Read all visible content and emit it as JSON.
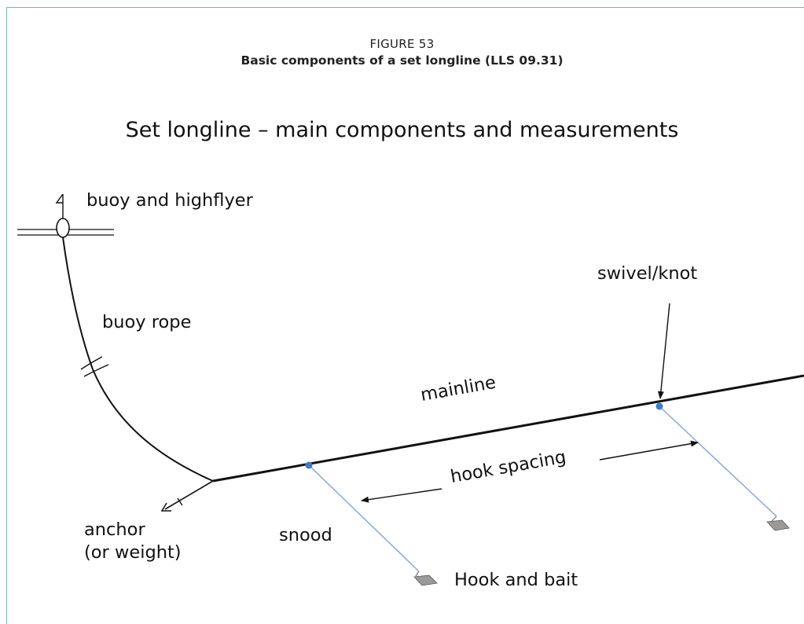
{
  "figure": {
    "number": "FIGURE 53",
    "caption": "Basic components of a set longline (LLS 09.31)"
  },
  "diagram": {
    "title": "Set longline – main components and measurements",
    "labels": {
      "buoy": "buoy and highflyer",
      "buoy_rope": "buoy rope",
      "swivel": "swivel/knot",
      "mainline": "mainline",
      "hook_spacing": "hook spacing",
      "anchor": "anchor\n(or weight)",
      "snood": "snood",
      "hook_bait": "Hook and bait"
    },
    "colors": {
      "frame": "#5cc6b4",
      "line": "#111111",
      "snood": "#7fa6d6",
      "node": "#3f7cc0",
      "hook": "#8a8a8a"
    }
  }
}
